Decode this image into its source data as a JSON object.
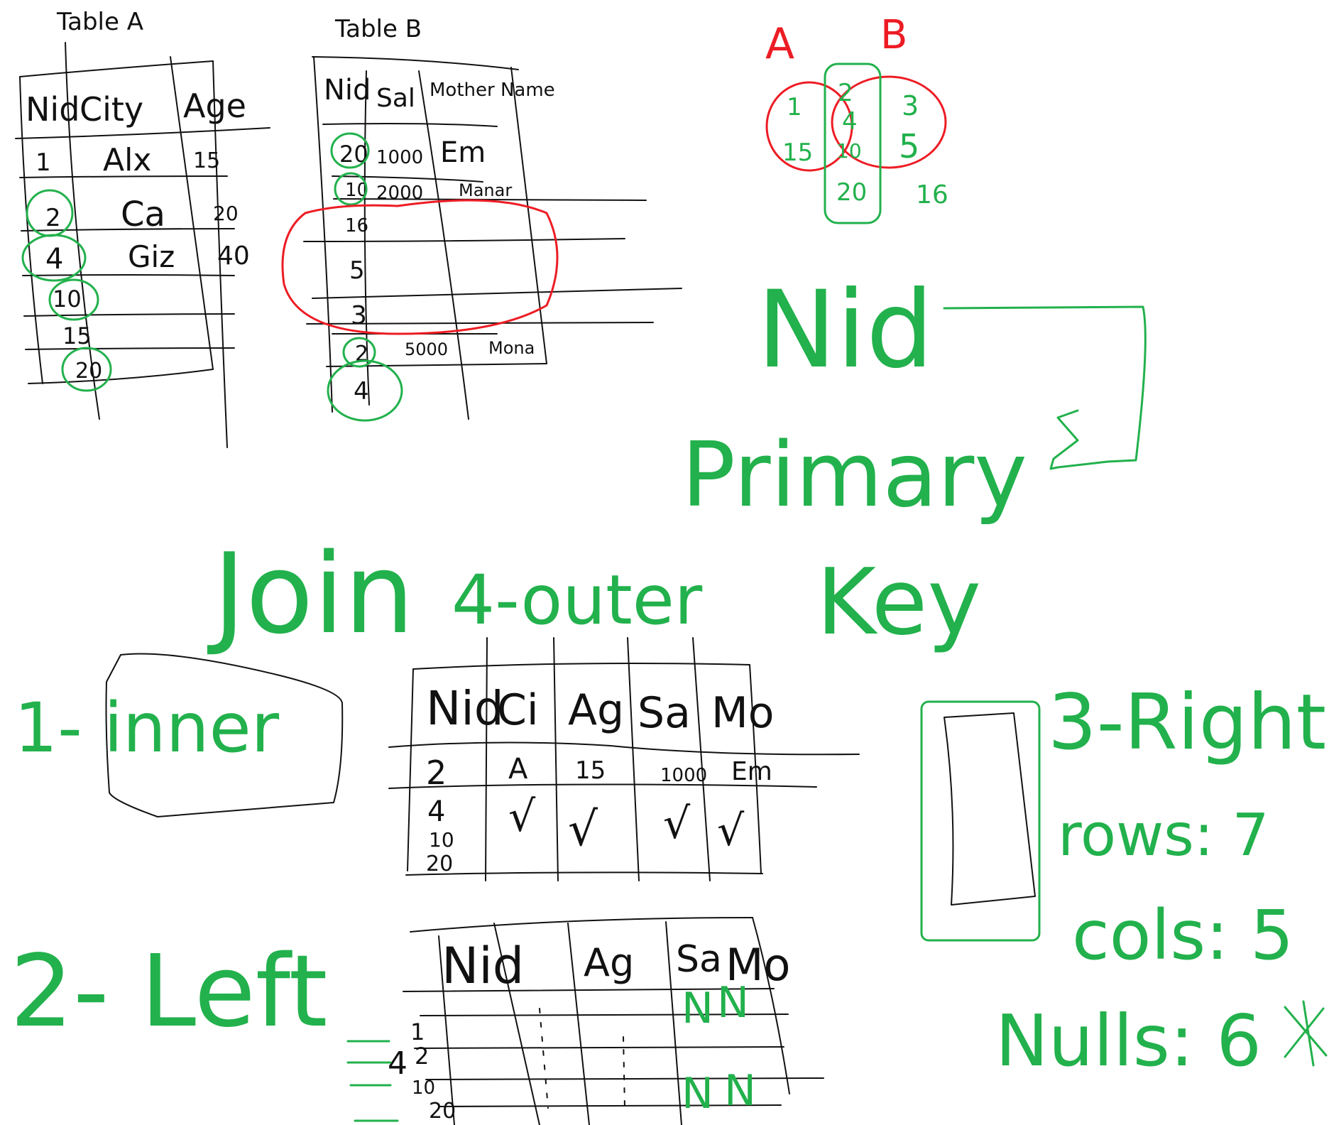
{
  "colors": {
    "ink": "#111111",
    "green": "#22b14c",
    "red": "#ed1c24",
    "background": "#ffffff"
  },
  "table_a": {
    "title": "Table A",
    "headers": [
      "Nid",
      "City",
      "Age"
    ],
    "rows": [
      [
        "1",
        "Alx",
        "15"
      ],
      [
        "2",
        "Ca",
        "20"
      ],
      [
        "4",
        "Giz",
        "40"
      ],
      [
        "10",
        "",
        ""
      ],
      [
        "15",
        "",
        ""
      ],
      [
        "20",
        "",
        ""
      ]
    ]
  },
  "table_b": {
    "title": "Table B",
    "headers": [
      "Nid",
      "Sal",
      "Mother Name"
    ],
    "rows": [
      [
        "20",
        "1000",
        "Em"
      ],
      [
        "10",
        "2000",
        "Manar"
      ],
      [
        "16",
        "",
        ""
      ],
      [
        "5",
        "",
        ""
      ],
      [
        "3",
        "",
        ""
      ],
      [
        "2",
        "5000",
        "Mona"
      ],
      [
        "4",
        "",
        ""
      ]
    ]
  },
  "venn": {
    "left_label": "A",
    "right_label": "B",
    "left_only": [
      "1",
      "15"
    ],
    "overlap": [
      "2",
      "4",
      "10",
      "20"
    ],
    "right_only": [
      "3",
      "5",
      "16"
    ]
  },
  "primary_key": {
    "line1": "Nid",
    "line2": "Primary",
    "line3": "Key"
  },
  "join_heading": {
    "line1": "Join",
    "line2": "4-outer"
  },
  "join_types": {
    "inner": "1-  inner",
    "left": "2- Left",
    "right": "3-Right"
  },
  "inner_table": {
    "headers": [
      "Nid",
      "Ci",
      "Ag",
      "Sa",
      "Mo"
    ],
    "rows": [
      [
        "2",
        "A",
        "15",
        "1000",
        "Em"
      ],
      [
        "4",
        "√",
        "√",
        "√",
        "√"
      ],
      [
        "10",
        "",
        "",
        "",
        ""
      ],
      [
        "20",
        "",
        "",
        "",
        ""
      ]
    ]
  },
  "left_table": {
    "headers": [
      "Nid",
      "Ag",
      "Sa",
      "Mo"
    ],
    "rows": [
      [
        "1"
      ],
      [
        "2"
      ],
      [
        "4"
      ],
      [
        "10"
      ],
      [
        "20"
      ]
    ],
    "null_marks": [
      "N",
      "N"
    ]
  },
  "right_summary": {
    "rows": "rows: 7",
    "cols": "cols: 5",
    "nulls": "Nulls: 6"
  }
}
